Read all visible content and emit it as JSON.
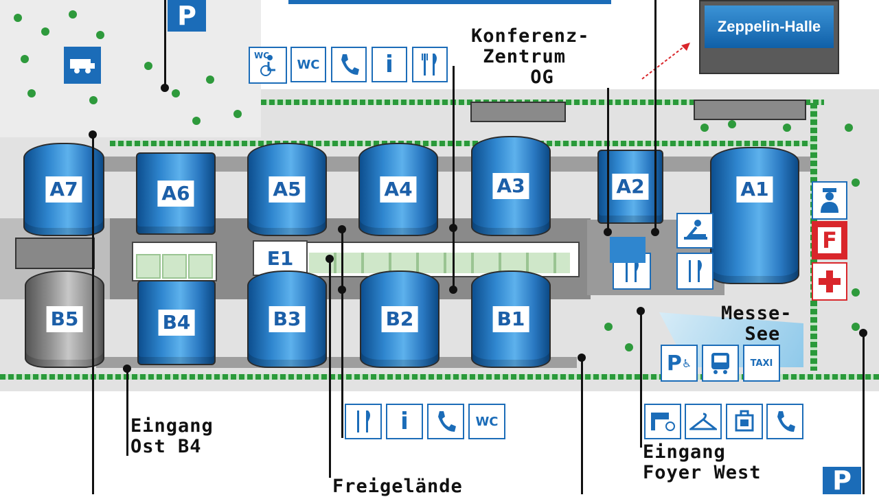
{
  "parking": [
    "P",
    "P"
  ],
  "zeppelin_halle": "Zeppelin-Halle",
  "halls_top": [
    "A7",
    "A6",
    "A5",
    "A4",
    "A3",
    "A2",
    "A1"
  ],
  "halls_bottom": [
    "B5",
    "B4",
    "B3",
    "B2",
    "B1"
  ],
  "e1": "E1",
  "icons_top": [
    "wc-accessible-icon",
    "wc-icon",
    "phone-icon",
    "info-icon",
    "restaurant-icon"
  ],
  "icon_texts": {
    "wc": "WC",
    "info": "i",
    "taxi": "TAXI",
    "fire": "F",
    "park_disabled": "P"
  },
  "labels": {
    "konferenz": "Konferenz-\n Zentrum\n     OG",
    "messe_see": "Messe-\n  See",
    "eingang_ost": "Eingang\nOst B4",
    "freigelaende": "Freigelände",
    "eingang_west": "Eingang\nFoyer West"
  },
  "colors": {
    "hall_blue": "#1b6cb8",
    "tree_green": "#2e9a3c",
    "fire_red": "#d9262b"
  }
}
